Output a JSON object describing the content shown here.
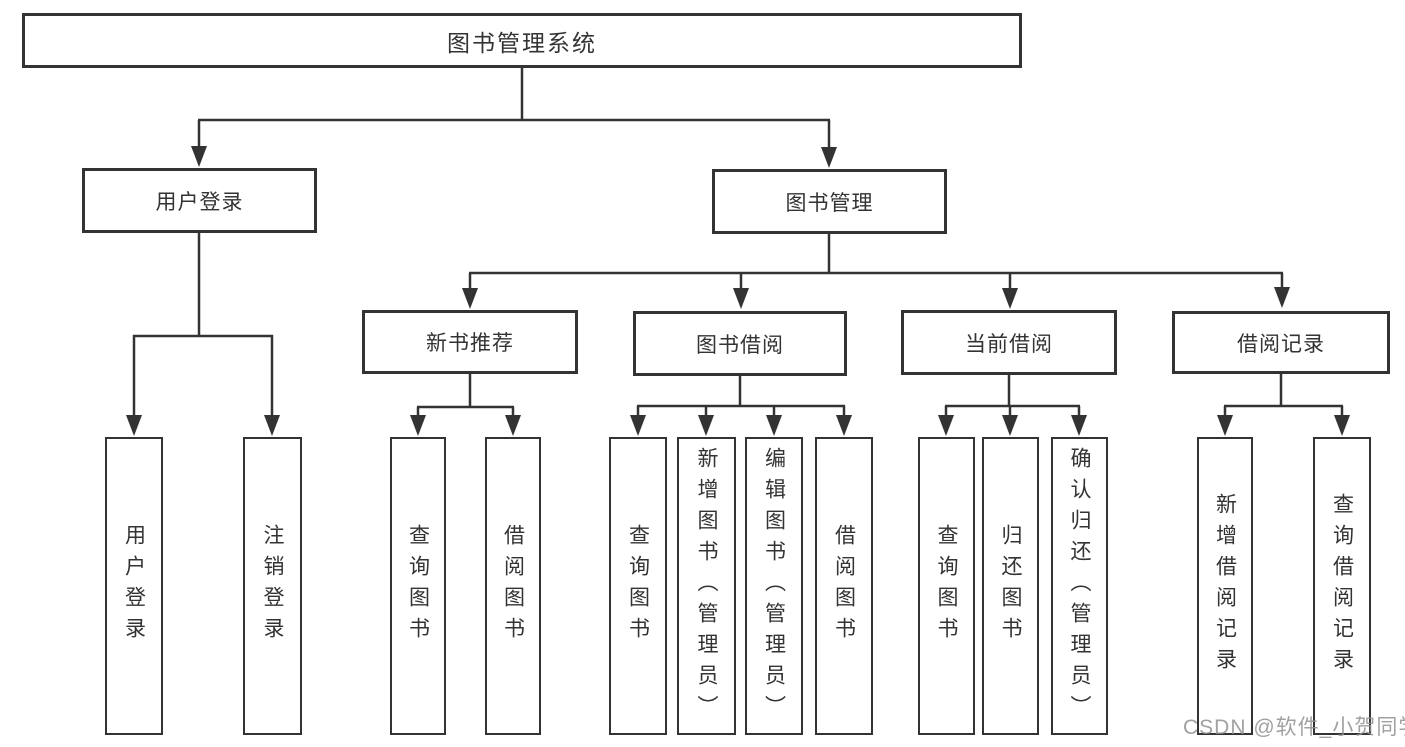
{
  "tree": {
    "root": "图书管理系统",
    "branches": [
      {
        "label": "用户登录",
        "leaves": [
          "用户登录",
          "注销登录"
        ]
      },
      {
        "label": "图书管理",
        "groups": [
          {
            "label": "新书推荐",
            "leaves": [
              "查询图书",
              "借阅图书"
            ]
          },
          {
            "label": "图书借阅",
            "leaves": [
              "查询图书",
              "新增图书（管理员）",
              "编辑图书（管理员）",
              "借阅图书"
            ]
          },
          {
            "label": "当前借阅",
            "leaves": [
              "查询图书",
              "归还图书",
              "确认归还（管理员）"
            ]
          },
          {
            "label": "借阅记录",
            "leaves": [
              "新增借阅记录",
              "查询借阅记录"
            ]
          }
        ]
      }
    ]
  },
  "watermark": {
    "text": "CSDN @软件_小贺同学"
  },
  "colors": {
    "line": "#333333",
    "text": "#333333",
    "box_background": "#ffffff",
    "watermark": "#919191",
    "background": "#ffffff"
  }
}
